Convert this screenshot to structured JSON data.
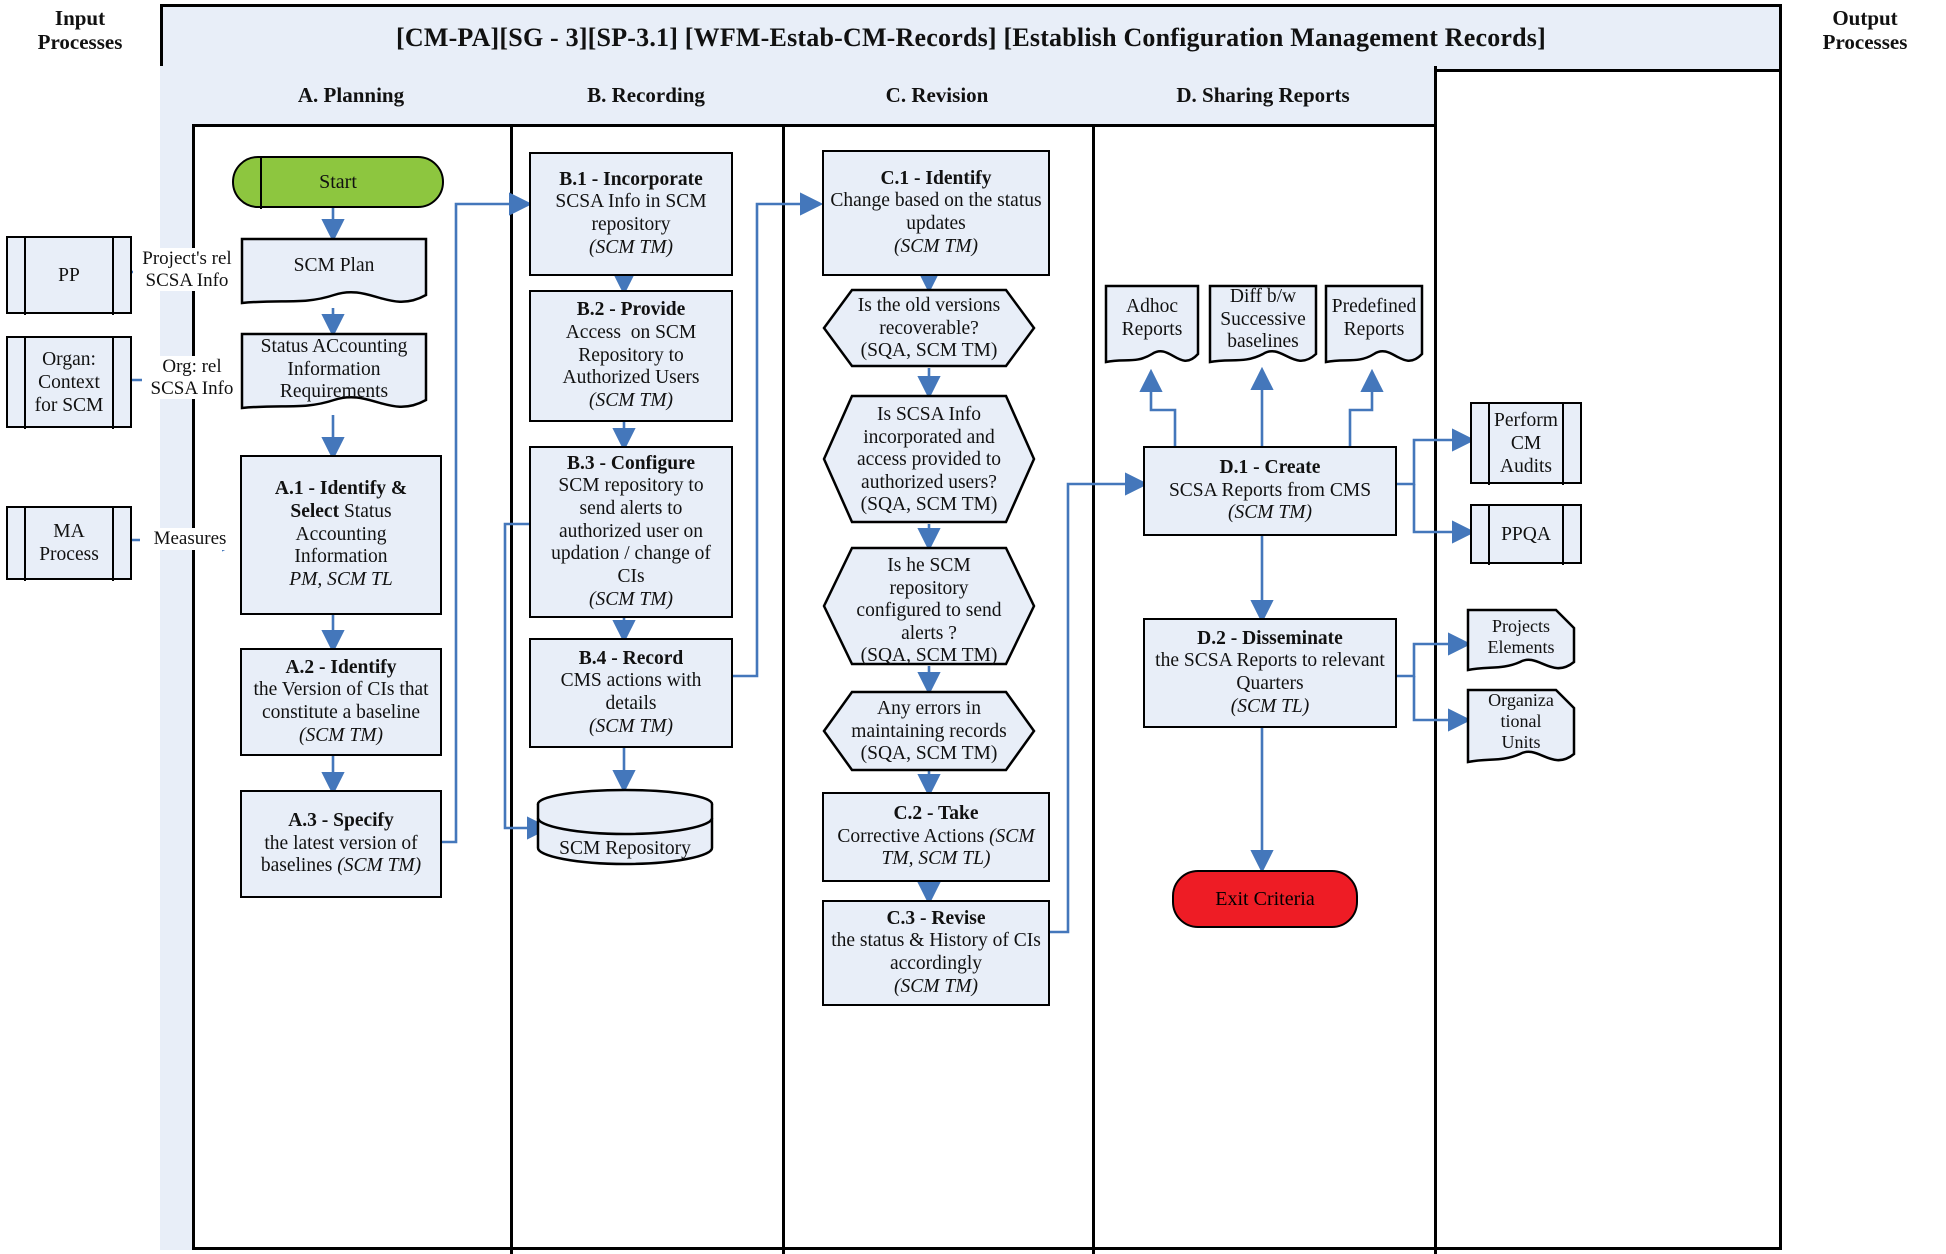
{
  "page": {
    "input_header": "Input\nProcesses",
    "output_header": "Output\nProcesses",
    "title": "[CM-PA][SG - 3][SP-3.1] [WFM-Estab-CM-Records] [Establish Configuration Management Records]"
  },
  "columns": [
    {
      "key": "A",
      "label": "A. Planning"
    },
    {
      "key": "B",
      "label": "B. Recording"
    },
    {
      "key": "C",
      "label": "C. Revision"
    },
    {
      "key": "D",
      "label": "D. Sharing Reports"
    }
  ],
  "input_processes": [
    {
      "id": "pp",
      "label": "PP"
    },
    {
      "id": "org",
      "label": "Organ:\nContext\nfor SCM"
    },
    {
      "id": "ma",
      "label": "MA\nProcess"
    }
  ],
  "input_edge_labels": [
    {
      "id": "projects-rel",
      "label": "Project's rel\nSCSA Info"
    },
    {
      "id": "org-rel",
      "label": "Org: rel\nSCSA Info"
    },
    {
      "id": "measures",
      "label": "Measures"
    }
  ],
  "output_processes": [
    {
      "id": "cm-audits",
      "label": "Perform\nCM\nAudits",
      "shape": "predefined-process"
    },
    {
      "id": "ppqa",
      "label": "PPQA",
      "shape": "predefined-process"
    },
    {
      "id": "projects-elements",
      "label": "Projects\nElements",
      "shape": "document"
    },
    {
      "id": "organizational-units",
      "label": "Organiza\ntional\nUnits",
      "shape": "document"
    }
  ],
  "column_a": {
    "start": {
      "label": "Start",
      "shape": "terminator",
      "color": "#8dc63f"
    },
    "scm_plan": {
      "label": "SCM Plan",
      "shape": "document"
    },
    "status_req": {
      "label": "Status ACcounting\nInformation\nRequirements",
      "shape": "document"
    },
    "a1": {
      "bold": "A.1 - Identify &",
      "rest": "Select Status\nAccounting\nInformation",
      "role": "PM, SCM TL",
      "bold2": "Select"
    },
    "a2": {
      "bold": "A.2 - Identify",
      "rest": "the Version of CIs that\nconstitute a baseline",
      "role": "(SCM TM)"
    },
    "a3": {
      "bold": "A.3 - Specify",
      "rest": "the latest version of\nbaselines",
      "role": "(SCM TM)"
    }
  },
  "column_b": {
    "b1": {
      "bold": "B.1 - Incorporate",
      "rest": "SCSA Info in SCM\nrepository",
      "role": "(SCM TM)"
    },
    "b2": {
      "bold": "B.2 - Provide",
      "rest": "Access  on SCM\nRepository to\nAuthorized Users",
      "role": "(SCM TM)"
    },
    "b3": {
      "bold": "B.3 - Configure",
      "rest": "SCM repository to\nsend alerts to\nauthorized user on\nupdation / change of\nCIs",
      "role": "(SCM TM)"
    },
    "b4": {
      "bold": "B.4 - Record",
      "rest": "CMS actions with\ndetails",
      "role": "(SCM TM)"
    },
    "repository": {
      "label": "SCM Repository",
      "shape": "database"
    }
  },
  "column_c": {
    "c1": {
      "bold": "C.1 - Identify",
      "rest": "Change based on the status\nupdates",
      "role": "(SCM TM)"
    },
    "d1": {
      "label": "Is the old versions\nrecoverable?\n(SQA, SCM TM)",
      "shape": "hexagon"
    },
    "d2": {
      "label": "Is SCSA Info\nincorporated and\naccess provided to\nauthorized users?\n(SQA, SCM TM)",
      "shape": "hexagon"
    },
    "d3": {
      "label": "Is he SCM\nrepository\nconfigured to send\nalerts ?\n(SQA, SCM TM)",
      "shape": "hexagon"
    },
    "d4": {
      "label": "Any errors in\nmaintaining records\n(SQA, SCM TM)",
      "shape": "hexagon"
    },
    "c2": {
      "bold": "C.2 - Take",
      "rest": "Corrective Actions (SCM\nTM, SCM TL)"
    },
    "c3": {
      "bold": "C.3 - Revise",
      "rest": "the status & History of CIs\naccordingly",
      "role": "(SCM TM)"
    }
  },
  "column_d": {
    "adhoc": {
      "label": "Adhoc\nReports",
      "shape": "document"
    },
    "diff": {
      "label": "Diff b/w\nSuccessive\nbaselines",
      "shape": "document"
    },
    "predefined": {
      "label": "Predefined\nReports",
      "shape": "document"
    },
    "d1": {
      "bold": "D.1 - Create",
      "rest": "SCSA Reports from CMS",
      "role": "(SCM TM)"
    },
    "d2": {
      "bold": "D.2 - Disseminate",
      "rest": "the SCSA Reports to relevant\nQuarters",
      "role": "(SCM TL)"
    },
    "exit": {
      "label": "Exit Criteria",
      "shape": "terminator",
      "color": "#ee1c25"
    }
  },
  "colors": {
    "node_fill": "#e8eef8",
    "node_stroke": "#000000",
    "arrow": "#4477bb",
    "start_fill": "#8dc63f",
    "exit_fill": "#ee1c25"
  }
}
